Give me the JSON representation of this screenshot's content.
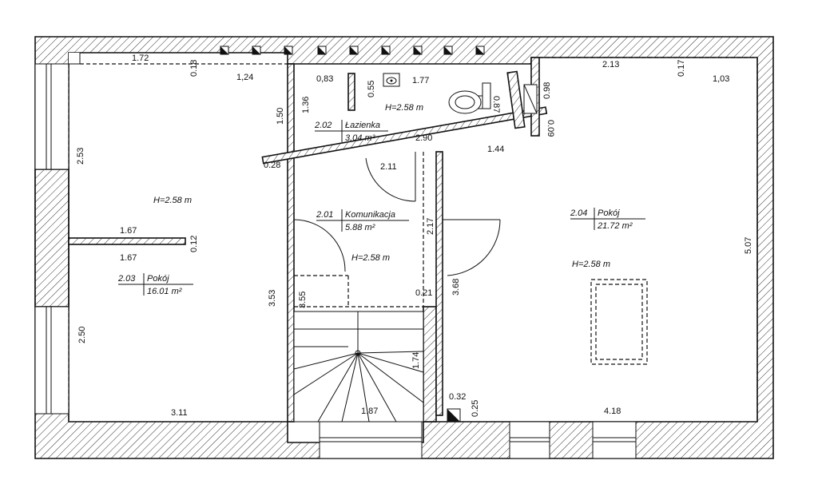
{
  "rooms": [
    {
      "id": "2.01",
      "name": "Komunikacja",
      "area": "5.88 m²",
      "height": "H=2.58 m"
    },
    {
      "id": "2.02",
      "name": "Łazienka",
      "area": "3.04 m²",
      "height": "H=2.58 m"
    },
    {
      "id": "2.03",
      "name": "Pokój",
      "area": "16.01 m²",
      "height": "H=2.58 m",
      "height2": "H=2.58 m"
    },
    {
      "id": "2.04",
      "name": "Pokój",
      "area": "21.72 m²",
      "height": "H=2.58 m"
    }
  ],
  "dims": {
    "d172": "1.72",
    "d018": "0.18",
    "d124": "1,24",
    "d253": "2.53",
    "d150": "1.50",
    "d028": "0.28",
    "d167a": "1.67",
    "d012": "0.12",
    "d167b": "1.67",
    "d353": "3.53",
    "d250": "2.50",
    "d311": "3.11",
    "d083": "0,83",
    "d136": "1.36",
    "d055": "0.55",
    "d177": "1.77",
    "d087": "0.87",
    "d098": "0.98",
    "d009": "0.09",
    "d290": "2.90",
    "d211": "2.11",
    "d144": "1.44",
    "d217": "2.17",
    "d355": "3.55",
    "d021": "0.21",
    "d368": "3.68",
    "d174": "1.74",
    "d187": "1.87",
    "d032": "0.32",
    "d025": "0.25",
    "d213": "2.13",
    "d017": "0.17",
    "d103": "1,03",
    "d507": "5.07",
    "d418": "4.18"
  }
}
